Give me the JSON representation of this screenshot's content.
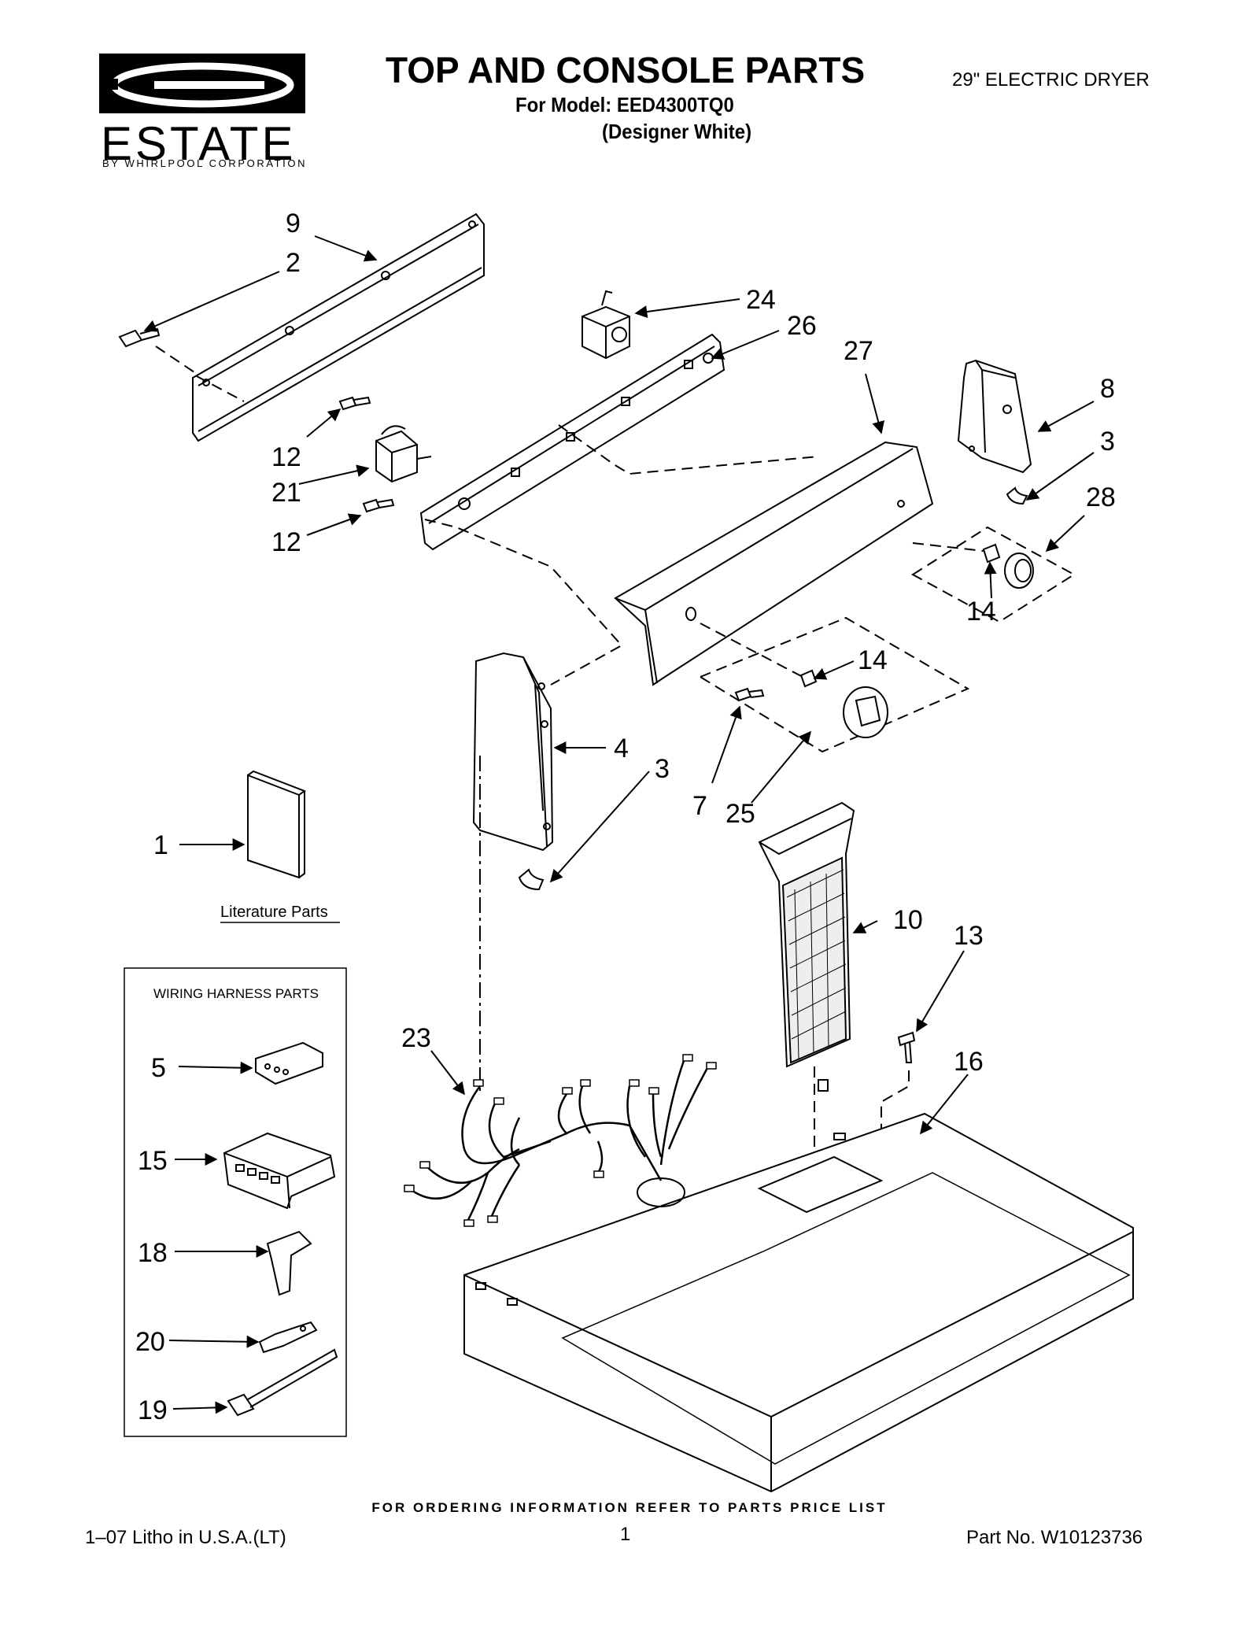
{
  "header": {
    "title": "TOP AND CONSOLE PARTS",
    "model_line": "For Model: EED4300TQ0",
    "color_line": "(Designer White)",
    "product": "29\" ELECTRIC DRYER"
  },
  "logo": {
    "brand": "ESTATE",
    "subtitle": "BY WHIRLPOOL CORPORATION"
  },
  "diagram": {
    "literature_label": "Literature Parts",
    "wiring_box_title": "WIRING HARNESS PARTS",
    "callouts": {
      "c9": "9",
      "c2": "2",
      "c24": "24",
      "c26": "26",
      "c27": "27",
      "c8": "8",
      "c3a": "3",
      "c28": "28",
      "c12a": "12",
      "c21": "21",
      "c12b": "12",
      "c14a": "14",
      "c14b": "14",
      "c4": "4",
      "c3b": "3",
      "c7": "7",
      "c25": "25",
      "c1": "1",
      "c10": "10",
      "c13": "13",
      "c23": "23",
      "c16": "16",
      "c5": "5",
      "c15": "15",
      "c18": "18",
      "c20": "20",
      "c19": "19"
    }
  },
  "footer": {
    "ordering": "FOR ORDERING INFORMATION REFER TO PARTS PRICE LIST",
    "litho": "1–07 Litho in U.S.A.(LT)",
    "page": "1",
    "part_no": "Part No. W10123736"
  }
}
